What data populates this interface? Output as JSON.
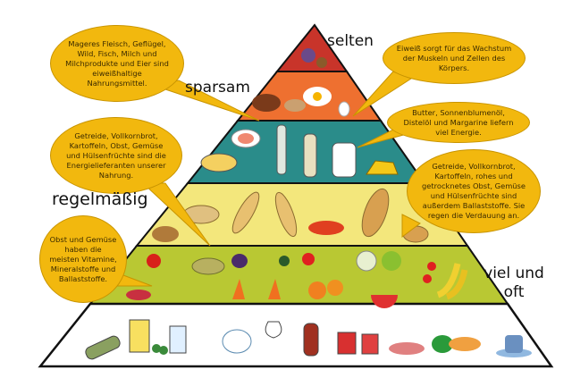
{
  "levels": {
    "top": "selten",
    "second": "sparsam",
    "middle": "regelmäßig",
    "bottom": "viel und oft"
  },
  "callouts": {
    "protein_foods": "Mageres Fleisch, Geflügel, Wild, Fisch, Milch und Milchprodukte und Eier sind eiweißhaltige Nahrungsmittel.",
    "protein_role": "Eiweiß sorgt für das Wachstum der Muskeln und Zellen des Körpers.",
    "fats": "Butter, Sonnenblumenöl, Distelöl und Margarine liefern viel Energie.",
    "fiber": "Getreide, Vollkornbrot, Kartoffeln, rohes und getrocknetes Obst, Gemüse und Hülsenfrüchte sind außerdem Ballaststoffe. Sie regen die Verdauung an.",
    "energy": "Getreide, Vollkornbrot, Kartoffeln, Obst, Gemüse und Hülsenfrüchte sind die Energielieferanten unserer Nahrung.",
    "vitamins": "Obst und Gemüse haben die meisten Vitamine, Mineralstoffe und Ballaststoffe."
  },
  "colors": {
    "tip": "#c8342a",
    "sweets_layer": "#ee7030",
    "fats_layer": "#2a8c8a",
    "grains_layer": "#f3e77c",
    "fruit_veg_layer": "#b9c833",
    "drinks_layer": "#ffffff",
    "bubble": "#f2b80e"
  }
}
